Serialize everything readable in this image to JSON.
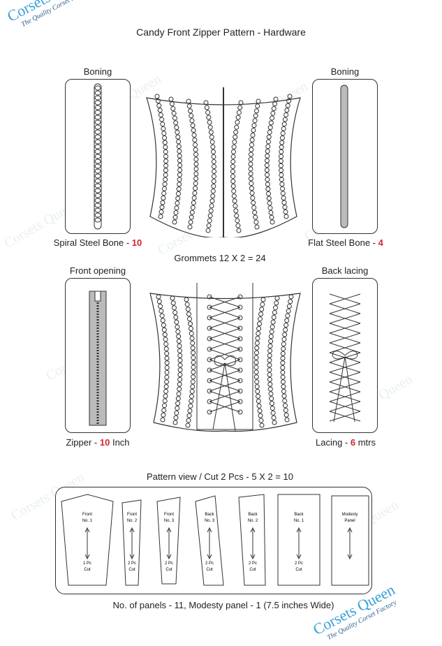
{
  "logo": {
    "brand_a": "Corsets ",
    "brand_b": "Queen",
    "tagline": "The Quality Corset Factory"
  },
  "title": "Candy Front Zipper Pattern - Hardware",
  "boning_left": {
    "heading": "Boning",
    "caption_text": "Spiral Steel Bone - ",
    "caption_num": "10"
  },
  "boning_right": {
    "heading": "Boning",
    "caption_text": "Flat Steel Bone - ",
    "caption_num": "4"
  },
  "grommets": "Grommets 12 X 2 = 24",
  "front_opening": {
    "heading": "Front opening",
    "caption_text": "Zipper - ",
    "caption_num": "10",
    "caption_unit": " Inch"
  },
  "back_lacing": {
    "heading": "Back lacing",
    "caption_text": "Lacing  - ",
    "caption_num": "6",
    "caption_unit": " mtrs"
  },
  "pattern_title": "Pattern view / Cut 2 Pcs - 5 X 2 = 10",
  "panels": [
    {
      "name": "Front\nNo. 1",
      "cut": "1 Pc\nCut"
    },
    {
      "name": "Front\nNo. 2",
      "cut": "2 Pc\nCut"
    },
    {
      "name": "Front\nNo. 3",
      "cut": "2 Pc\nCut"
    },
    {
      "name": "Back\nNo. 3",
      "cut": "2 Pc\nCut"
    },
    {
      "name": "Back\nNo. 2",
      "cut": "2 Pc\nCut"
    },
    {
      "name": "Back\nNo. 1",
      "cut": "2 Pc\nCut"
    },
    {
      "name": "Modesty\nPanel",
      "cut": ""
    }
  ],
  "footer": "No. of panels - 11, Modesty panel - 1 (7.5 inches Wide)",
  "colors": {
    "accent_red": "#d9232d",
    "logo_blue": "#2a5f8f",
    "logo_light": "#3aa0d8"
  }
}
